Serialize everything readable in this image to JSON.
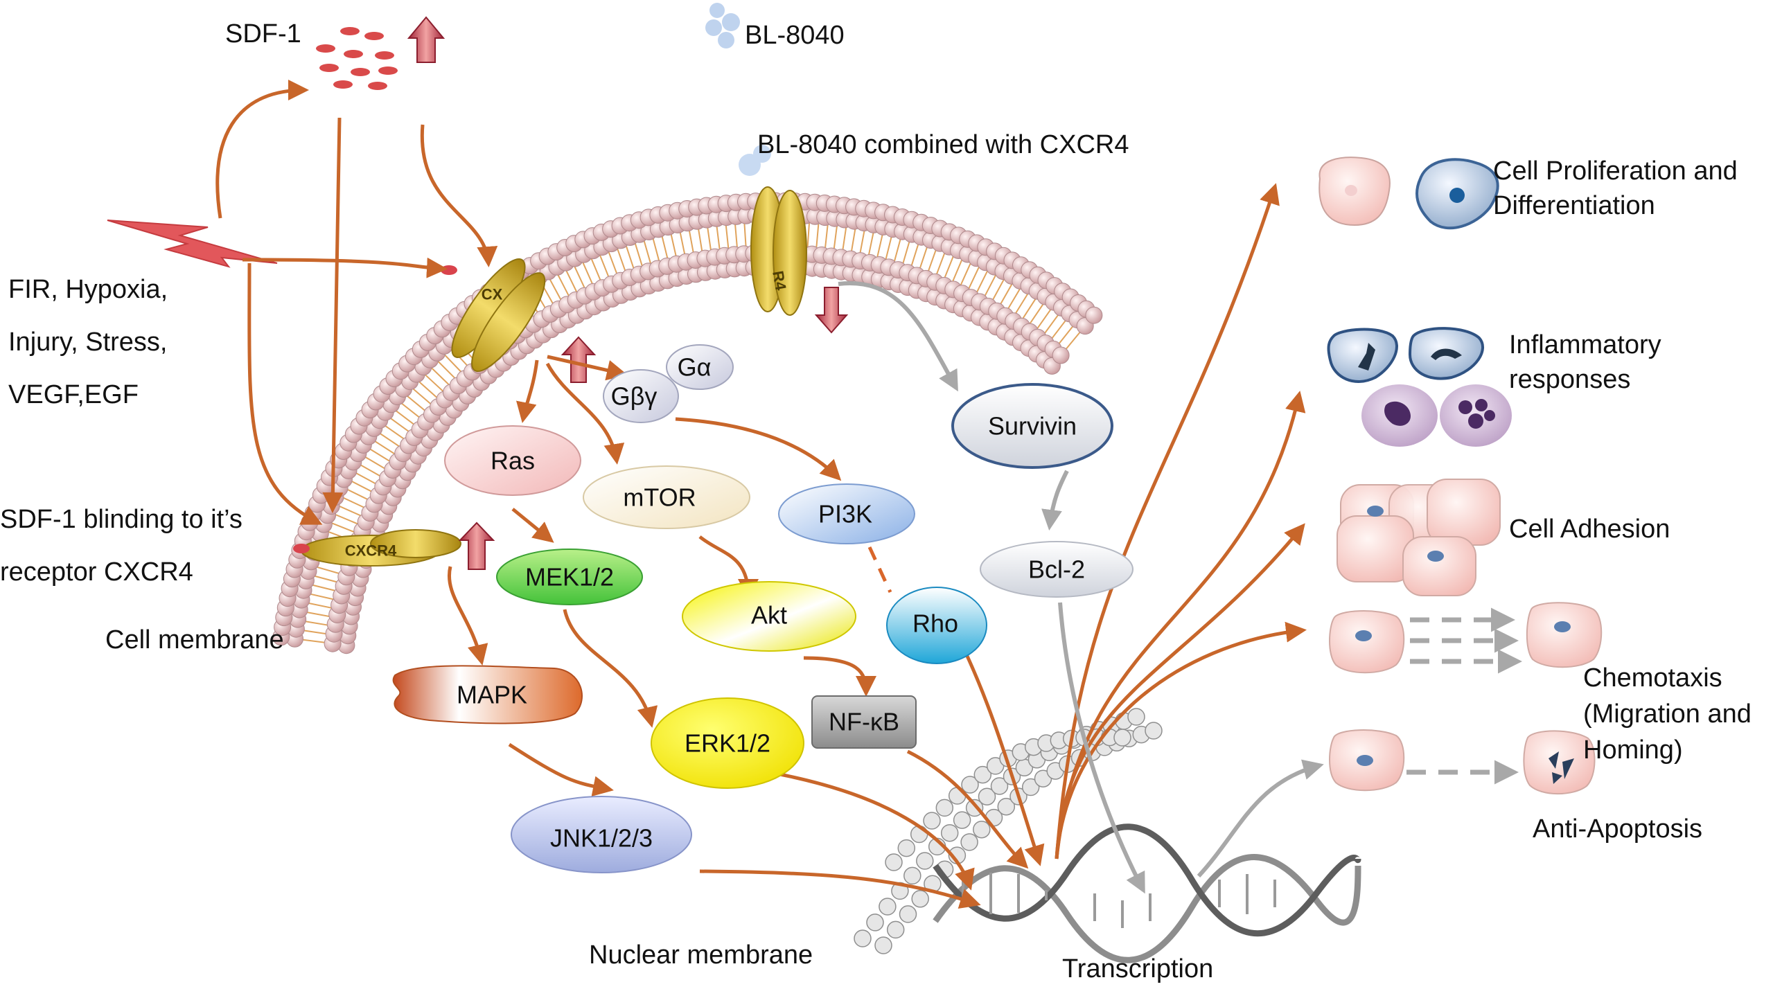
{
  "labels": {
    "sdf1": "SDF-1",
    "bl8040": "BL-8040",
    "bl8040_combined": "BL-8040 combined with CXCR4",
    "triggers_line1": "FIR, Hypoxia,",
    "triggers_line2": "Injury, Stress,",
    "triggers_line3": "VEGF,EGF",
    "binding_line1": "SDF-1 blinding to it’s",
    "binding_line2": "receptor CXCR4",
    "cell_membrane": "Cell membrane",
    "nuclear_membrane": "Nuclear membrane",
    "transcription": "Transcription"
  },
  "receptor_labels": {
    "cxcr4_left": "CXCR4",
    "cxcr4_top_fragment": "CX",
    "cxcr4_right_fragment": "R4"
  },
  "nodes": {
    "ras": "Ras",
    "mtor": "mTOR",
    "g_alpha": "Gα",
    "g_beta_gamma": "Gβγ",
    "pi3k": "PI3K",
    "mek": "MEK1/2",
    "akt": "Akt",
    "rho": "Rho",
    "nfkb": "NF-κB",
    "erk": "ERK1/2",
    "mapk": "MAPK",
    "jnk": "JNK1/2/3",
    "survivin": "Survivin",
    "bcl2": "Bcl-2"
  },
  "outcomes": {
    "proliferation_line1": "Cell Proliferation and",
    "proliferation_line2": "Differentiation",
    "inflammatory_line1": "Inflammatory",
    "inflammatory_line2": "responses",
    "adhesion": "Cell Adhesion",
    "chemotaxis_line1": "Chemotaxis",
    "chemotaxis_line2": "(Migration and",
    "chemotaxis_line3": "Homing)",
    "anti_apoptosis": "Anti-Apoptosis"
  },
  "colors": {
    "arrow": "#c8662a",
    "gray_arrow": "#a8a8a8",
    "lipid_head": "#e7c4c4",
    "receptor": "#d4b53a",
    "up_arrow": "#c0392b"
  }
}
